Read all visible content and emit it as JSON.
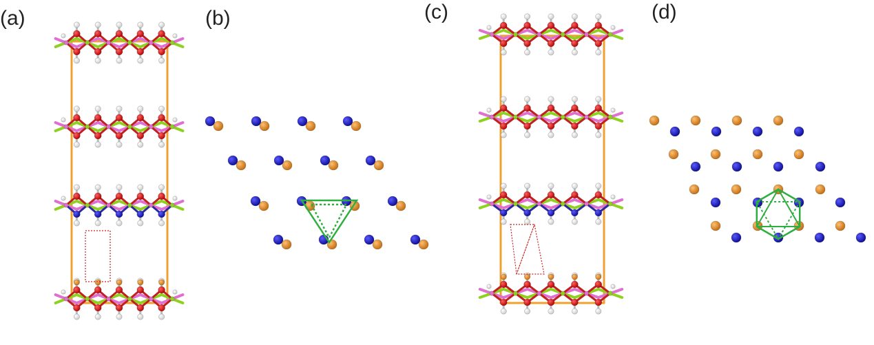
{
  "panels": [
    {
      "id": "a",
      "label": "(a)"
    },
    {
      "id": "b",
      "label": "(b)"
    },
    {
      "id": "c",
      "label": "(c)"
    },
    {
      "id": "d",
      "label": "(d)"
    }
  ],
  "colors": {
    "cell_edge": "#f0a030",
    "metal_magenta": "#e070d0",
    "metal_green": "#90d020",
    "oxygen": "#dd1111",
    "hydrogen": "#f4f4f4",
    "nitrogen": "#1a1ac8",
    "interlayer_orange": "#e89030",
    "marker_green": "#2eae3e",
    "dotted_cell": "#cc2222"
  }
}
